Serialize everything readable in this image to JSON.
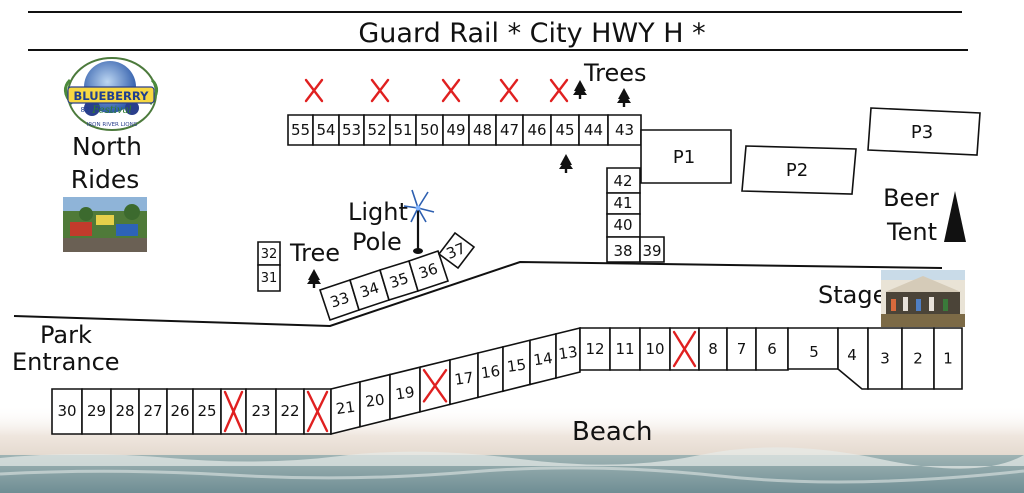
{
  "header": {
    "road_label": "Guard Rail * City HWY H *"
  },
  "logo": {
    "brand_line1": "BLUEBERRY",
    "brand_line2": "Festival",
    "year": "82",
    "org": "IRON RIVER LIONS"
  },
  "labels": {
    "north_rides_1": "North",
    "north_rides_2": "Rides",
    "trees": "Trees",
    "tree": "Tree",
    "light_pole_1": "Light",
    "light_pole_2": "Pole",
    "beer_tent_1": "Beer",
    "beer_tent_2": "Tent",
    "stage": "Stage",
    "park_entrance_1": "Park",
    "park_entrance_2": "Entrance",
    "beach": "Beach"
  },
  "parking": {
    "p1": "P1",
    "p2": "P2",
    "p3": "P3"
  },
  "markers": {
    "taken_x": "X"
  },
  "lots": {
    "top_row": [
      "55",
      "54",
      "53",
      "52",
      "51",
      "50",
      "49",
      "48",
      "47",
      "46",
      "45",
      "44",
      "43"
    ],
    "column": [
      "42",
      "41",
      "40",
      "38",
      "39"
    ],
    "west": [
      "32",
      "31"
    ],
    "angled": [
      "33",
      "34",
      "35",
      "36"
    ],
    "lot_37": "37",
    "bottom_left": [
      "30",
      "29",
      "28",
      "27",
      "26",
      "25",
      "",
      "23",
      "22",
      ""
    ],
    "bottom_slope": [
      "21",
      "20",
      "19",
      "",
      "17",
      "16",
      "15",
      "14",
      "13"
    ],
    "bottom_right": [
      "12",
      "11",
      "10",
      "",
      "8",
      "7",
      "6",
      "5",
      "4",
      "3",
      "2",
      "1"
    ]
  }
}
